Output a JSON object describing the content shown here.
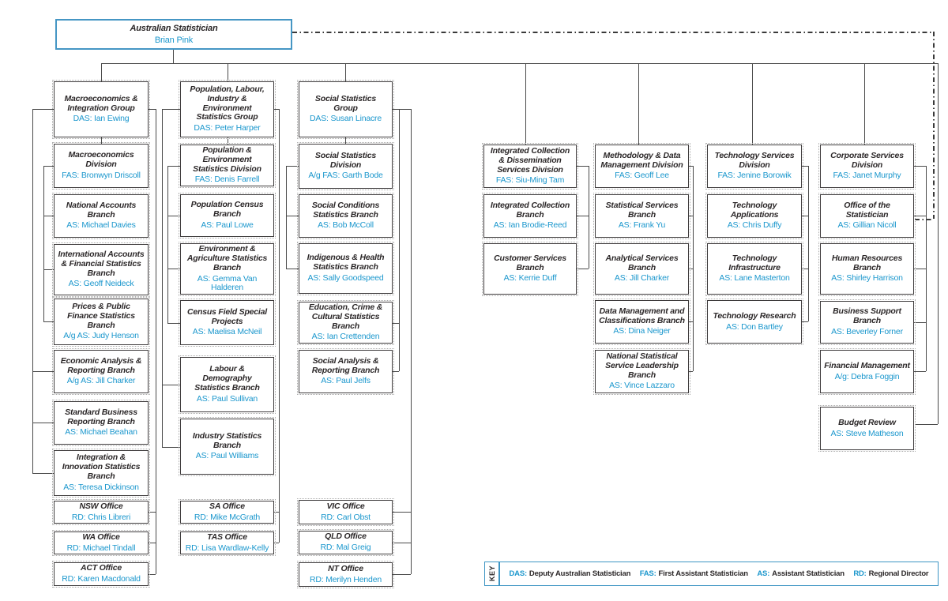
{
  "root": {
    "title": "Australian Statistician",
    "name": "Brian Pink"
  },
  "columns": [
    [
      {
        "title": "Macroeconomics & Integration Group",
        "name": "DAS: Ian Ewing"
      },
      {
        "title": "Macroeconomics Division",
        "name": "FAS: Bronwyn Driscoll"
      },
      {
        "title": "National Accounts Branch",
        "name": "AS: Michael Davies"
      },
      {
        "title": "International Accounts & Financial Statistics Branch",
        "name": "AS: Geoff Neideck"
      },
      {
        "title": "Prices & Public Finance Statistics Branch",
        "name": "A/g AS: Judy Henson"
      },
      {
        "title": "Economic Analysis & Reporting Branch",
        "name": "A/g AS: Jill Charker"
      },
      {
        "title": "Standard Business Reporting Branch",
        "name": "AS: Michael Beahan"
      },
      {
        "title": "Integration & Innovation Statistics Branch",
        "name": "AS: Teresa Dickinson"
      },
      {
        "title": "NSW Office",
        "name": "RD: Chris Libreri"
      },
      {
        "title": "WA Office",
        "name": "RD: Michael Tindall"
      },
      {
        "title": "ACT Office",
        "name": "RD: Karen Macdonald"
      }
    ],
    [
      {
        "title": "Population, Labour, Industry & Environment Statistics Group",
        "name": "DAS: Peter Harper"
      },
      {
        "title": "Population & Environment Statistics Division",
        "name": "FAS: Denis Farrell"
      },
      {
        "title": "Population Census Branch",
        "name": "AS: Paul Lowe"
      },
      {
        "title": "Environment & Agriculture Statistics Branch",
        "name": "AS: Gemma Van Halderen"
      },
      {
        "title": "Census Field Special Projects",
        "name": "AS: Maelisa McNeil"
      },
      {
        "title": "Labour & Demography Statistics Branch",
        "name": "AS: Paul Sullivan"
      },
      {
        "title": "Industry Statistics Branch",
        "name": "AS: Paul Williams"
      },
      {
        "title": "SA Office",
        "name": "RD: Mike McGrath"
      },
      {
        "title": "TAS Office",
        "name": "RD: Lisa Wardlaw-Kelly"
      }
    ],
    [
      {
        "title": "Social Statistics Group",
        "name": "DAS: Susan Linacre"
      },
      {
        "title": "Social Statistics Division",
        "name": "A/g FAS: Garth Bode"
      },
      {
        "title": "Social Conditions Statistics Branch",
        "name": "AS: Bob McColl"
      },
      {
        "title": "Indigenous & Health Statistics Branch",
        "name": "AS: Sally Goodspeed"
      },
      {
        "title": "Education, Crime & Cultural Statistics Branch",
        "name": "AS: Ian Crettenden"
      },
      {
        "title": "Social Analysis & Reporting Branch",
        "name": "AS: Paul Jelfs"
      },
      {
        "title": "VIC Office",
        "name": "RD: Carl Obst"
      },
      {
        "title": "QLD Office",
        "name": "RD: Mal Greig"
      },
      {
        "title": "NT Office",
        "name": "RD: Merilyn Henden"
      }
    ],
    [
      {
        "title": "Integrated Collection & Dissemination Services Division",
        "name": "FAS: Siu-Ming Tam"
      },
      {
        "title": "Integrated Collection Branch",
        "name": "AS: Ian Brodie-Reed"
      },
      {
        "title": "Customer Services Branch",
        "name": "AS: Kerrie Duff"
      }
    ],
    [
      {
        "title": "Methodology & Data Management Division",
        "name": "FAS: Geoff Lee"
      },
      {
        "title": "Statistical Services Branch",
        "name": "AS: Frank Yu"
      },
      {
        "title": "Analytical Services Branch",
        "name": "AS: Jill Charker"
      },
      {
        "title": "Data Management and Classifications Branch",
        "name": "AS: Dina Neiger"
      },
      {
        "title": "National Statistical Service Leadership Branch",
        "name": "AS: Vince Lazzaro"
      }
    ],
    [
      {
        "title": "Technology Services Division",
        "name": "FAS: Jenine Borowik"
      },
      {
        "title": "Technology Applications",
        "name": "AS: Chris Duffy"
      },
      {
        "title": "Technology Infrastructure",
        "name": "AS: Lane Masterton"
      },
      {
        "title": "Technology Research",
        "name": "AS: Don Bartley"
      }
    ],
    [
      {
        "title": "Corporate Services Division",
        "name": "FAS: Janet Murphy"
      },
      {
        "title": "Office of the Statistician",
        "name": "AS: Gillian Nicoll"
      },
      {
        "title": "Human Resources Branch",
        "name": "AS: Shirley Harrison"
      },
      {
        "title": "Business Support Branch",
        "name": "AS: Beverley Forner"
      },
      {
        "title": "Financial Management",
        "name": "A/g: Debra Foggin"
      },
      {
        "title": "Budget Review",
        "name": "AS: Steve Matheson"
      }
    ]
  ],
  "key": {
    "label": "KEY",
    "entries": [
      {
        "abbr": "DAS:",
        "desc": "Deputy Australian Statistician"
      },
      {
        "abbr": "FAS:",
        "desc": "First Assistant Statistician"
      },
      {
        "abbr": "AS:",
        "desc": "Assistant Statistician"
      },
      {
        "abbr": "RD:",
        "desc": "Regional Director"
      }
    ]
  },
  "colors": {
    "accent_blue": "#1b97cd",
    "border_blue": "#3d95c4",
    "line": "#4a4a4a",
    "box_border": "#3e3b3c",
    "title_text": "#2b2728"
  }
}
